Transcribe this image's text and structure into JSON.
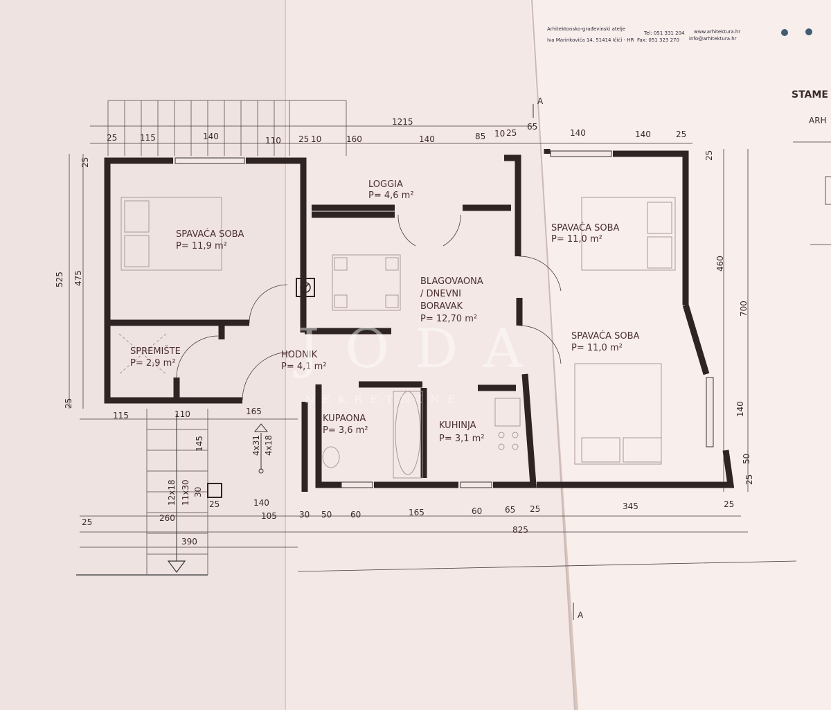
{
  "header": {
    "firm": "Arhitektonsko-građevinski atelje",
    "address": "Iva Marinkovića 14, 51414 Ičići - HR",
    "tel": "Tel: 051 331 204",
    "fax": "Fax: 051 323 270",
    "web": "www.arhitektura.hr",
    "email": "info@arhitektura.hr",
    "title_fragment": "STAME",
    "sub_fragment": "ARH"
  },
  "rooms": [
    {
      "name": "SPAVAĆA SOBA",
      "area": "P= 11,9 m²"
    },
    {
      "name": "LOGGIA",
      "area": "P= 4,6 m²"
    },
    {
      "name": "SPAVAĆA SOBA",
      "area": "P= 11,0 m²"
    },
    {
      "name": "BLAGOVAONA",
      "name2": "/ DNEVNI",
      "name3": "BORAVAK",
      "area": "P= 12,70 m²"
    },
    {
      "name": "SPAVAĆA SOBA",
      "area": "P= 11,0 m²"
    },
    {
      "name": "SPREMIŠTE",
      "area": "P= 2,9 m²"
    },
    {
      "name": "HODNIK",
      "area": "P= 4,1 m²"
    },
    {
      "name": "KUPAONA",
      "area": "P= 3,6 m²"
    },
    {
      "name": "KUHINJA",
      "area": "P= 3,1 m²"
    }
  ],
  "dimensions": {
    "total_top": "1215",
    "top": [
      "25",
      "115",
      "140",
      "110",
      "25",
      "10",
      "160",
      "140",
      "85",
      "10",
      "25",
      "65",
      "140",
      "140",
      "25"
    ],
    "left": [
      "25",
      "525",
      "475",
      "25"
    ],
    "right": [
      "25",
      "460",
      "700",
      "140",
      "50",
      "25"
    ],
    "mid": [
      "115",
      "110",
      "165"
    ],
    "stairs": [
      "145",
      "12x18",
      "11x30",
      "30",
      "25",
      "140",
      "4x18",
      "4x31"
    ],
    "bottom1": [
      "25",
      "260",
      "105",
      "30",
      "50",
      "60",
      "165",
      "60",
      "65",
      "25",
      "345",
      "25"
    ],
    "bottom2": [
      "390",
      "825"
    ],
    "section": "A"
  },
  "watermark": {
    "logo": "J O D A",
    "sub": "N E K R E T N I N E"
  },
  "colors": {
    "paper": "#f3e6e4",
    "wall": "#2e2424",
    "text": "#4a3030"
  }
}
